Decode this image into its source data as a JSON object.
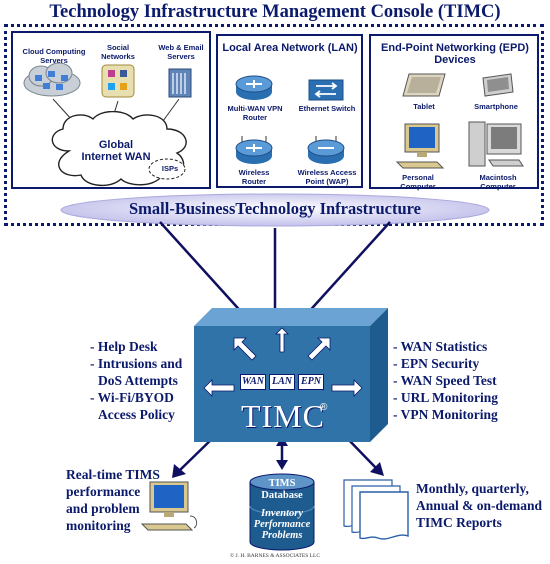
{
  "title": "Technology Infrastructure Management Console (TIMC)",
  "wan_panel": {
    "cloud_label": "Cloud Computing Servers",
    "social_label": "Social Networks",
    "web_label": "Web & Email Servers",
    "internet_label": "Global Internet WAN",
    "isp_label": "ISPs"
  },
  "lan_panel": {
    "title": "Local Area Network (LAN)",
    "devices": [
      {
        "label": "Multi-WAN VPN Router"
      },
      {
        "label": "Ethernet Switch"
      },
      {
        "label": "Wireless Router"
      },
      {
        "label": "Wireless Access Point (WAP)"
      }
    ]
  },
  "epd_panel": {
    "title": "End-Point Networking (EPD) Devices",
    "devices": [
      {
        "label": "Tablet"
      },
      {
        "label": "Smartphone"
      },
      {
        "label": "Personal Computer"
      },
      {
        "label": "Macintosh Computer"
      }
    ]
  },
  "infrastructure_label": "Small-BusinessTechnology Infrastructure",
  "left_features": [
    "- Help Desk",
    "- Intrusions and",
    "  DoS Attempts",
    "- Wi-Fi/BYOD",
    "  Access Policy"
  ],
  "right_features": [
    "- WAN Statistics",
    "- EPN Security",
    "- WAN Speed Test",
    "- URL Monitoring",
    "- VPN Monitoring"
  ],
  "console": {
    "name": "TIMC",
    "mark": "®",
    "tabs": [
      "WAN",
      "LAN",
      "EPN"
    ]
  },
  "outputs": {
    "monitor_caption": [
      "Real-time TIMS",
      "performance",
      "and problem",
      "monitoring"
    ],
    "database_title": [
      "TIMS",
      "Database"
    ],
    "database_items": [
      "Inventory",
      "Performance",
      "Problems"
    ],
    "reports_caption": [
      "Monthly, quarterly,",
      "Annual & on-demand",
      "TIMC Reports"
    ]
  },
  "copyright": "© J. H. BARNES & ASSOCIATES LLC",
  "colors": {
    "navy": "#0b1a6b",
    "console_blue": "#2f73a8",
    "oval": "#c7c6ee"
  }
}
